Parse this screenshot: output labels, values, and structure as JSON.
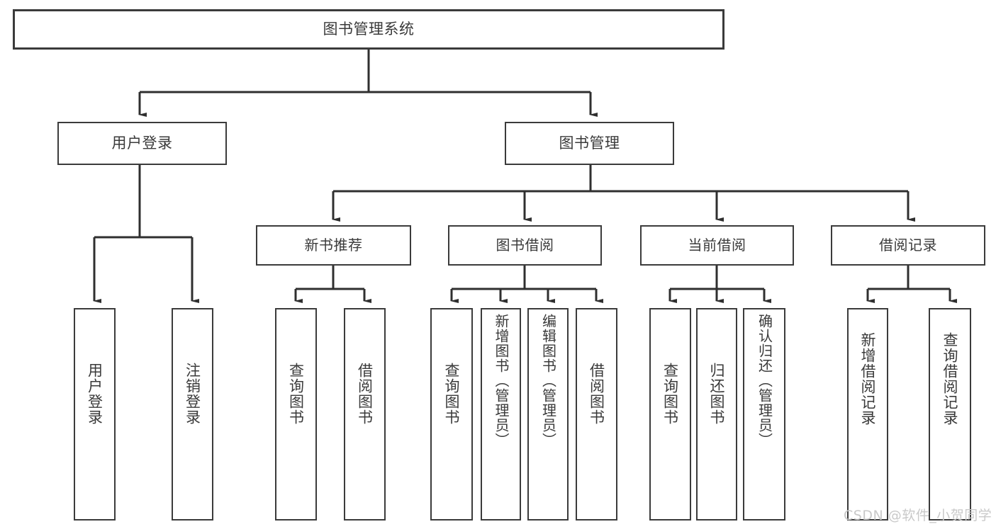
{
  "diagram": {
    "title": "图书管理系统",
    "type": "function-structure-tree",
    "colors": {
      "box_border": "#3b3b3b",
      "box_fill": "#ffffff",
      "text": "#3a3a3a",
      "connector": "#2f2f2f",
      "watermark": "#c9c9c9",
      "background": "#ffffff"
    }
  },
  "root": {
    "label": "图书管理系统"
  },
  "level1": [
    {
      "id": "user-login",
      "label": "用户登录"
    },
    {
      "id": "book-management",
      "label": "图书管理"
    }
  ],
  "level2": [
    {
      "id": "new-book-recommend",
      "label": "新书推荐"
    },
    {
      "id": "book-borrow",
      "label": "图书借阅"
    },
    {
      "id": "current-borrow",
      "label": "当前借阅"
    },
    {
      "id": "borrow-record",
      "label": "借阅记录"
    }
  ],
  "leaves": {
    "user_login": [
      {
        "id": "leaf-user-login",
        "label": "用户登录"
      },
      {
        "id": "leaf-logout-login",
        "label": "注销登录"
      }
    ],
    "new_book_recommend": [
      {
        "id": "leaf-query-book-1",
        "label": "查询图书"
      },
      {
        "id": "leaf-borrow-book-1",
        "label": "借阅图书"
      }
    ],
    "book_borrow": [
      {
        "id": "leaf-query-book-2",
        "label": "查询图书"
      },
      {
        "id": "leaf-add-book-admin",
        "label": "新增图书（管理员）"
      },
      {
        "id": "leaf-edit-book-admin",
        "label": "编辑图书（管理员）"
      },
      {
        "id": "leaf-borrow-book-2",
        "label": "借阅图书"
      }
    ],
    "current_borrow": [
      {
        "id": "leaf-query-book-3",
        "label": "查询图书"
      },
      {
        "id": "leaf-return-book",
        "label": "归还图书"
      },
      {
        "id": "leaf-confirm-return-admin",
        "label": "确认归还（管理员）"
      }
    ],
    "borrow_record": [
      {
        "id": "leaf-add-borrow-record",
        "label": "新增借阅记录"
      },
      {
        "id": "leaf-query-borrow-record",
        "label": "查询借阅记录"
      }
    ]
  },
  "watermark": {
    "text": "CSDN @软件_小贺同学"
  }
}
